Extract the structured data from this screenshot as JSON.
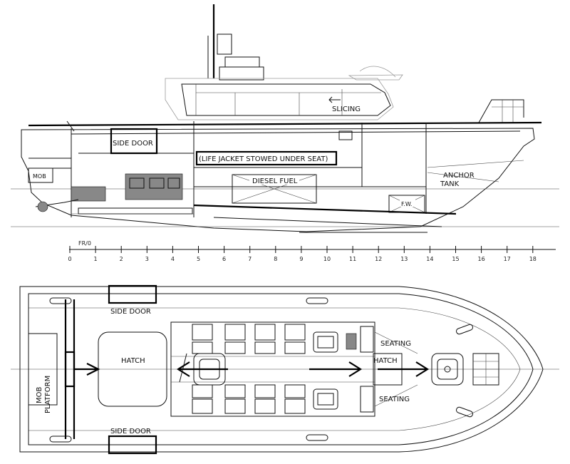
{
  "profile": {
    "labels": {
      "slicing": "SLICING",
      "side_door": "SIDE DOOR",
      "life_jacket": "(LIFE JACKET STOWED UNDER SEAT)",
      "mob": "MOB",
      "diesel_fuel": "DIESEL FUEL",
      "anchor": "ANCHOR",
      "tank": "TANK",
      "fw": "F.W."
    }
  },
  "scale": {
    "unit_label": "FR/0",
    "ticks": [
      "0",
      "1",
      "2",
      "3",
      "4",
      "5",
      "6",
      "7",
      "8",
      "9",
      "10",
      "11",
      "12",
      "13",
      "14",
      "15",
      "16",
      "17",
      "18"
    ]
  },
  "plan": {
    "labels": {
      "side_door_top": "SIDE DOOR",
      "side_door_bottom": "SIDE DOOR",
      "mob_platform_1": "MOB",
      "mob_platform_2": "PLATFORM",
      "hatch_aft": "HATCH",
      "hatch_fwd": "HATCH",
      "seating_top": "SEATING",
      "seating_bottom": "SEATING"
    }
  }
}
